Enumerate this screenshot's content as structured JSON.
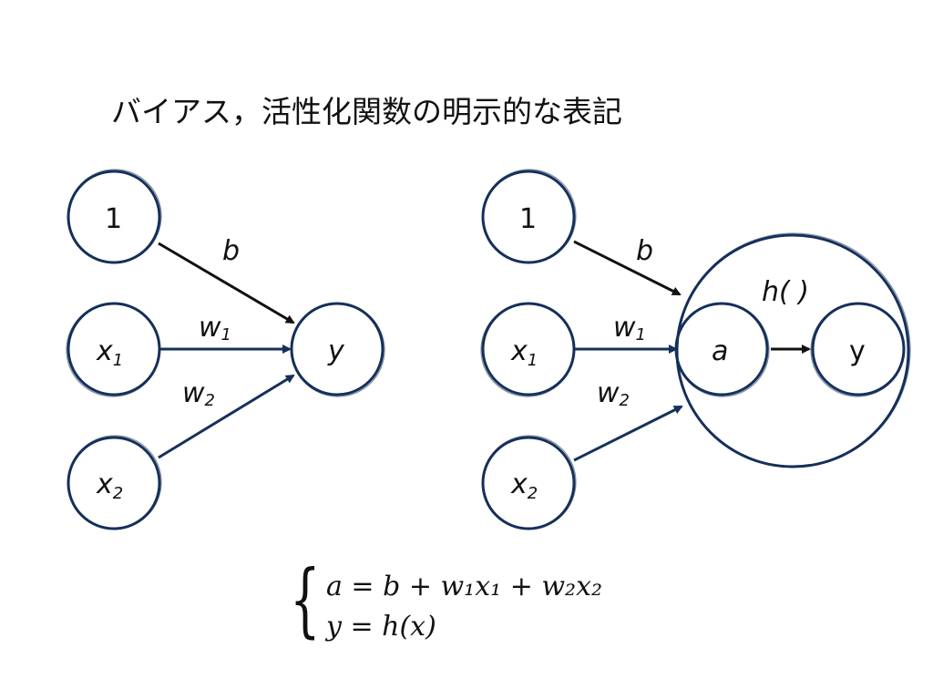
{
  "title": "バイアス，活性化関数の明示的な表記",
  "left_network": {
    "bias_node": "1",
    "x1_node": "x",
    "x1_sub": "1",
    "x2_node": "x",
    "x2_sub": "2",
    "output_node": "y",
    "edge_b": "b",
    "edge_w1": "w",
    "edge_w1_sub": "1",
    "edge_w2": "w",
    "edge_w2_sub": "2"
  },
  "right_network": {
    "bias_node": "1",
    "x1_node": "x",
    "x1_sub": "1",
    "x2_node": "x",
    "x2_sub": "2",
    "a_node": "a",
    "y_node": "y",
    "activation_label": "h( )",
    "edge_b": "b",
    "edge_w1": "w",
    "edge_w1_sub": "1",
    "edge_w2": "w",
    "edge_w2_sub": "2"
  },
  "equations": {
    "line1": "a    = b + w₁x₁ + w₂x₂",
    "line2": "y    = h(x)"
  },
  "colors": {
    "node_stroke": "#15305a",
    "bias_edge": "#111111",
    "weight_edge": "#15305a"
  }
}
